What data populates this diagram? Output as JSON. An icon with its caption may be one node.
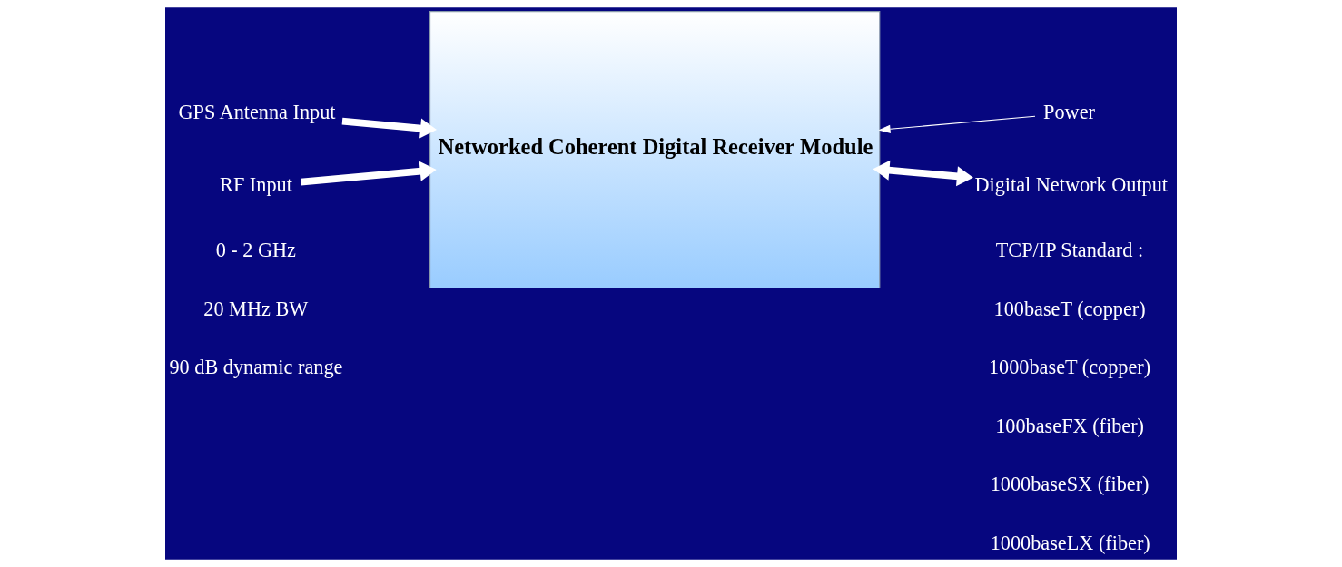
{
  "diagram": {
    "nodes": [
      {
        "text": [
          "Networked Coherent Digital Receiver Module"
        ]
      },
      {
        "text": [
          "GPS Antenna Input"
        ]
      },
      {
        "text": [
          "RF Input"
        ]
      },
      {
        "text": [
          "Power"
        ]
      },
      {
        "text": [
          "Digital Network Output"
        ]
      }
    ],
    "edges": [
      {
        "from": 1,
        "to": 0,
        "arrow": "to"
      },
      {
        "from": 2,
        "to": 0,
        "arrow": "to"
      },
      {
        "from": 3,
        "to": 0,
        "arrow": "to"
      },
      {
        "from": 0,
        "to": 4,
        "arrow": "both"
      }
    ],
    "labels": [
      "0 - 2 GHz",
      "20 MHz BW",
      "90 dB dynamic range",
      "TCP/IP Standard :",
      "100baseT (copper)",
      "1000baseT (copper)",
      "100baseFX (fiber)",
      "1000baseSX (fiber)",
      "1000baseLX (fiber)"
    ]
  }
}
